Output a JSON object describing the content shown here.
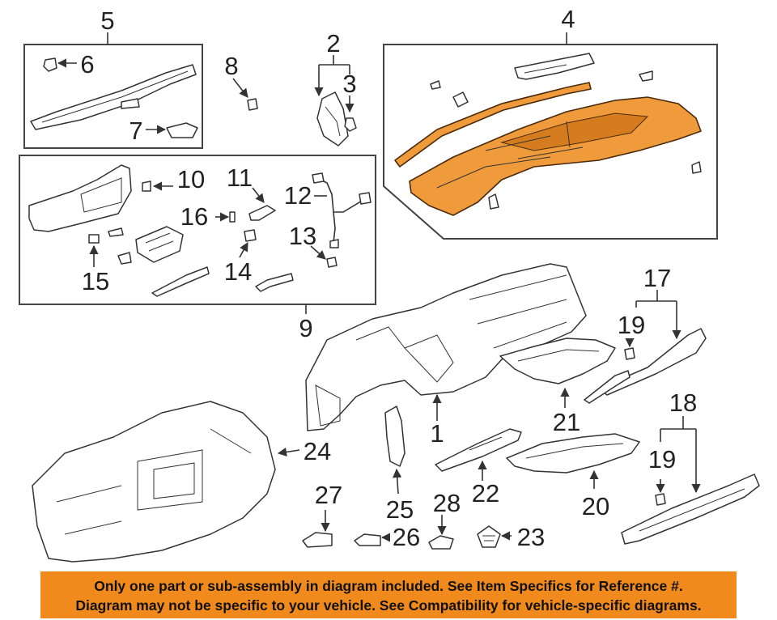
{
  "colors": {
    "highlight": "#ef9b3b",
    "banner": "#f08a1c",
    "line": "#333333"
  },
  "callouts": {
    "c1": "1",
    "c2": "2",
    "c3": "3",
    "c4": "4",
    "c5": "5",
    "c6": "6",
    "c7": "7",
    "c8": "8",
    "c9": "9",
    "c10": "10",
    "c11": "11",
    "c12": "12",
    "c13": "13",
    "c14": "14",
    "c15": "15",
    "c16": "16",
    "c17": "17",
    "c18": "18",
    "c19a": "19",
    "c19b": "19",
    "c20": "20",
    "c21": "21",
    "c22": "22",
    "c23": "23",
    "c24": "24",
    "c25": "25",
    "c26": "26",
    "c27": "27",
    "c28": "28"
  },
  "disclaimer": {
    "line1": "Only one part or sub-assembly in diagram included. See Item Specifics for Reference #.",
    "line2": "Diagram may not be specific to your vehicle. See Compatibility for vehicle-specific diagrams."
  }
}
